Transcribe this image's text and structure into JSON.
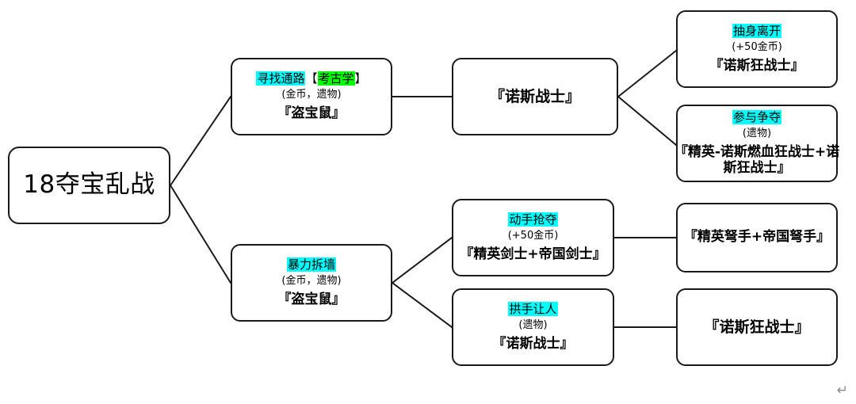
{
  "diagram": {
    "type": "decision-tree",
    "title": "18夺宝乱战",
    "colors": {
      "highlight_primary": "#00ffff",
      "highlight_secondary": "#00ff00",
      "node_border": "#1a1a1a",
      "node_fill": "#ffffff",
      "edge": "#1a1a1a",
      "return_arrow": "#8a8a8a"
    },
    "return_arrow_glyph": "↵"
  },
  "nodes": {
    "root": {
      "label": "18夺宝乱战"
    },
    "opt_path": {
      "action_highlight": "寻找通路",
      "skill_bracket_open": "【",
      "skill_highlight": "考古学",
      "skill_bracket_close": "】",
      "cost": "(金币，遗物)",
      "result": "『盗宝鼠』"
    },
    "nors_warrior": {
      "label": "『诺斯战士』"
    },
    "withdraw": {
      "action_highlight": "抽身离开",
      "cost": "(+50金币)",
      "result": "『诺斯狂战士』"
    },
    "contend": {
      "action_highlight": "参与争夺",
      "cost": "(遗物)",
      "result": "『精英-诺斯燃血狂战士+诺斯狂战士』"
    },
    "break_wall": {
      "action_highlight": "暴力拆墙",
      "cost": "(金币，遗物)",
      "result": "『盗宝鼠』"
    },
    "seize": {
      "action_highlight": "动手抢夺",
      "cost": "(+50金币)",
      "result": "『精英剑士+帝国剑士』"
    },
    "yield": {
      "action_highlight": "拱手让人",
      "cost": "(遗物)",
      "result": "『诺斯战士』"
    },
    "crossbow": {
      "label": "『精英弩手+帝国弩手』"
    },
    "berserker": {
      "label": "『诺斯狂战士』"
    }
  }
}
